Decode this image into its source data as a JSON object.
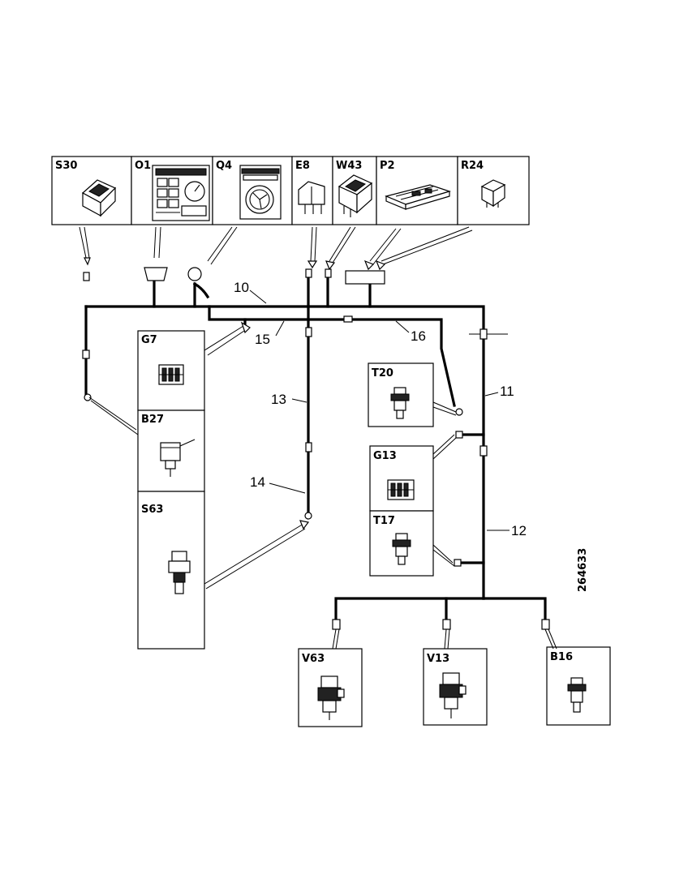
{
  "components": {
    "S30": "S30",
    "O1": "O1",
    "Q4": "Q4",
    "E8": "E8",
    "W43": "W43",
    "P2": "P2",
    "R24": "R24",
    "G7": "G7",
    "B27": "B27",
    "S63": "S63",
    "T20": "T20",
    "G13": "G13",
    "T17": "T17",
    "V63": "V63",
    "V13": "V13",
    "B16": "B16"
  },
  "harness": {
    "h10": "10",
    "h11": "11",
    "h12": "12",
    "h13": "13",
    "h14": "14",
    "h15": "15",
    "h16": "16"
  },
  "figure_number": "264633"
}
